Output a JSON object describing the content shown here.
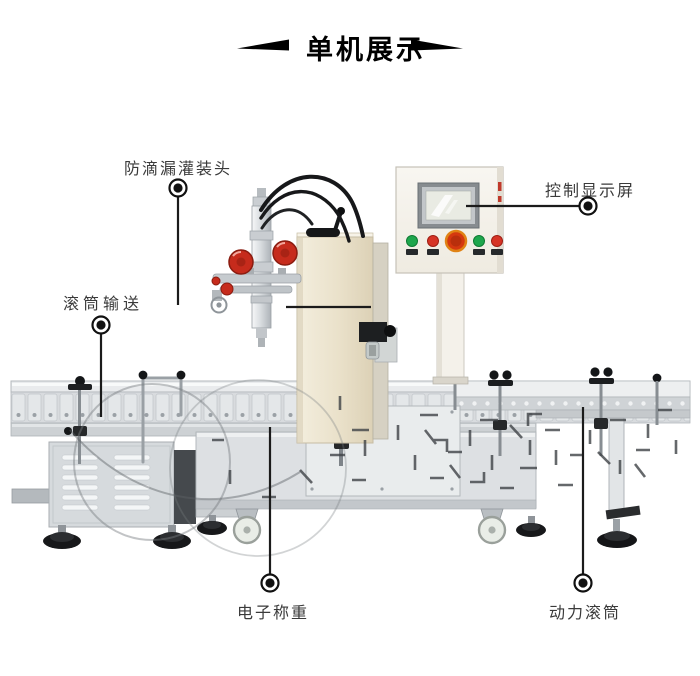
{
  "header": {
    "title": "单机展示",
    "left_arrow_icon": "swoosh-arrow-left",
    "right_arrow_icon": "swoosh-arrow-right"
  },
  "annotations": {
    "filling_head": "防滴漏灌装头",
    "control_screen": "控制显示屏",
    "roller_conveyor": "滚筒输送",
    "electronic_weighing": "电子称重",
    "power_roller": "动力滚筒"
  },
  "markers": {
    "style": "bullseye-dot",
    "count": 5
  },
  "colors": {
    "background": "#ffffff",
    "title_text": "#000000",
    "label_text": "#3a3a3a",
    "annotation_line": "#1b1b1b",
    "machine_beige": "#e9e0c9",
    "panel_cream": "#f5f2ec",
    "screen_bezel": "#878c90",
    "screen_face": "#e9ebe3",
    "button_green": "#1ea64d",
    "button_red": "#d63426",
    "emergency_button": "#d5380f",
    "valve_knob_red": "#c62b1c",
    "hose_black": "#17181a",
    "steel_light": "#e7eaec",
    "steel_mid": "#d5d9dc",
    "steel_dark": "#b3b8bc"
  }
}
